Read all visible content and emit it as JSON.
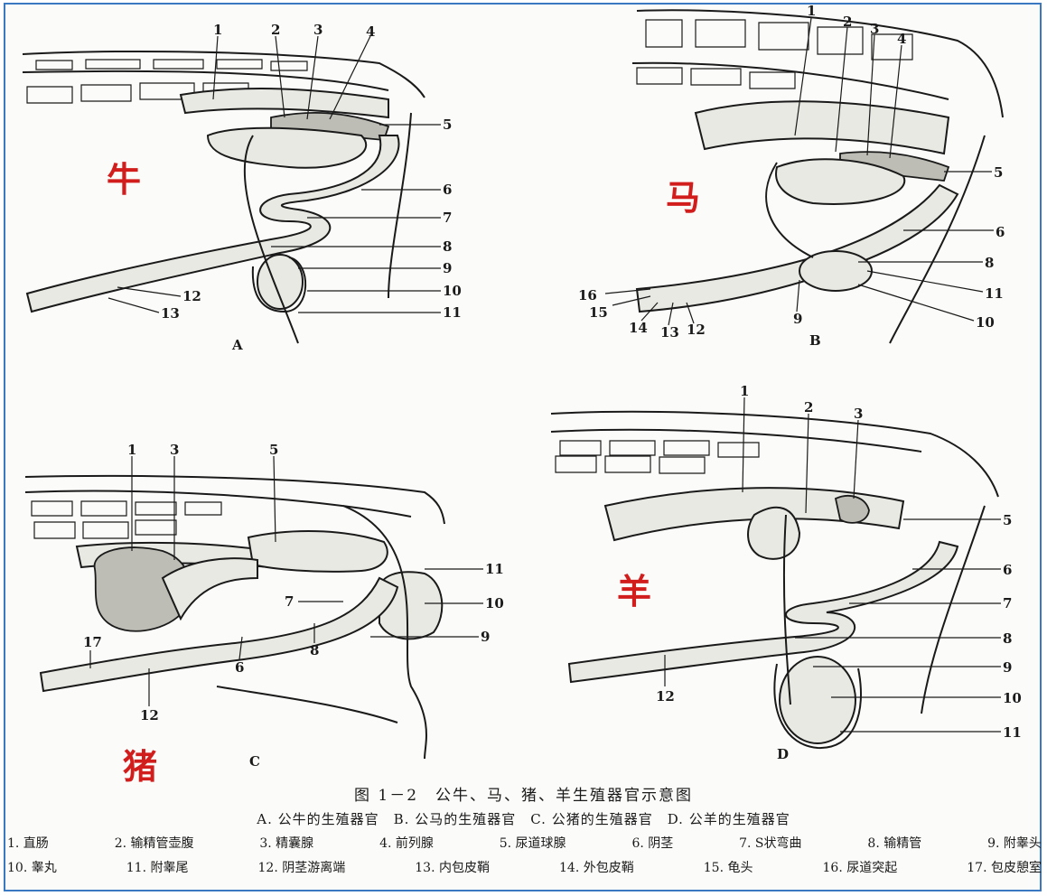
{
  "figure_title": "图 1－2　公牛、马、猪、羊生殖器官示意图",
  "figure_subtitle": "A. 公牛的生殖器官　B. 公马的生殖器官　C. 公猪的生殖器官　D. 公羊的生殖器官",
  "animal_labels": {
    "bull": "牛",
    "horse": "马",
    "pig": "猪",
    "ram": "羊"
  },
  "panel_letters": {
    "A": "A",
    "B": "B",
    "C": "C",
    "D": "D"
  },
  "legend": [
    [
      "1. 直肠",
      "2. 输精管壶腹",
      "3. 精囊腺",
      "4. 前列腺",
      "5. 尿道球腺",
      "6. 阴茎",
      "7. S状弯曲",
      "8. 输精管",
      "9. 附睾头"
    ],
    [
      "10. 睾丸",
      "11. 附睾尾",
      "12. 阴茎游离端",
      "13. 内包皮鞘",
      "14. 外包皮鞘",
      "15. 龟头",
      "16. 尿道突起",
      "17. 包皮憩室"
    ]
  ],
  "callouts": {
    "A": [
      "1",
      "2",
      "3",
      "4",
      "5",
      "6",
      "7",
      "8",
      "9",
      "10",
      "11",
      "12",
      "13"
    ],
    "B": [
      "1",
      "2",
      "3",
      "4",
      "5",
      "6",
      "8",
      "11",
      "10",
      "9",
      "16",
      "15",
      "14",
      "13",
      "12"
    ],
    "C": [
      "1",
      "3",
      "5",
      "11",
      "10",
      "7",
      "9",
      "8",
      "6",
      "17",
      "12"
    ],
    "D": [
      "1",
      "2",
      "3",
      "5",
      "6",
      "7",
      "8",
      "9",
      "10",
      "11",
      "12"
    ]
  },
  "colors": {
    "frame": "#3a78c2",
    "animal_label": "#d21d1d",
    "ink": "#1a1a1a"
  }
}
